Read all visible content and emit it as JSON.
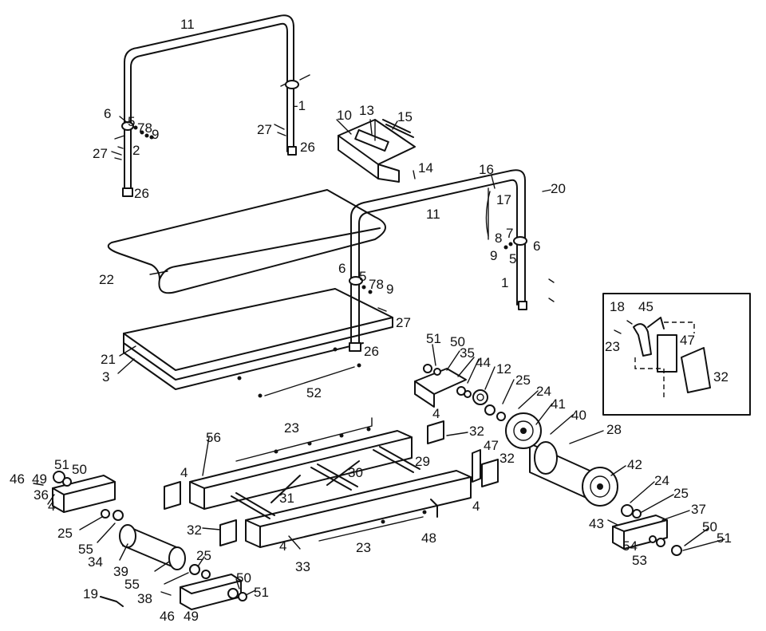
{
  "callouts": [
    {
      "id": "c11a",
      "text": "11"
    },
    {
      "id": "c6a",
      "text": "6"
    },
    {
      "id": "c5a",
      "text": "5"
    },
    {
      "id": "c78a",
      "text": "78"
    },
    {
      "id": "c9a",
      "text": "9"
    },
    {
      "id": "c2",
      "text": "2"
    },
    {
      "id": "c27a",
      "text": "27"
    },
    {
      "id": "c26a",
      "text": "26"
    },
    {
      "id": "c1a",
      "text": "-1"
    },
    {
      "id": "c27b",
      "text": "27"
    },
    {
      "id": "c26b",
      "text": "26"
    },
    {
      "id": "c10",
      "text": "10"
    },
    {
      "id": "c13",
      "text": "13"
    },
    {
      "id": "c15",
      "text": "15"
    },
    {
      "id": "c14",
      "text": "14"
    },
    {
      "id": "c16",
      "text": "16"
    },
    {
      "id": "c17",
      "text": "17"
    },
    {
      "id": "c20",
      "text": "20"
    },
    {
      "id": "c11b",
      "text": "11"
    },
    {
      "id": "c8b",
      "text": "8"
    },
    {
      "id": "c7b",
      "text": "7"
    },
    {
      "id": "c6b",
      "text": "6"
    },
    {
      "id": "c9b",
      "text": "9"
    },
    {
      "id": "c5b",
      "text": "5"
    },
    {
      "id": "c1b",
      "text": "1"
    },
    {
      "id": "c22",
      "text": "22"
    },
    {
      "id": "c6c",
      "text": "6"
    },
    {
      "id": "c5c",
      "text": "5"
    },
    {
      "id": "c78c",
      "text": "78"
    },
    {
      "id": "c9c",
      "text": "9"
    },
    {
      "id": "c27c",
      "text": "27"
    },
    {
      "id": "c26c",
      "text": "26"
    },
    {
      "id": "c21",
      "text": "21"
    },
    {
      "id": "c3",
      "text": "3"
    },
    {
      "id": "c52",
      "text": "52"
    },
    {
      "id": "c51a",
      "text": "51"
    },
    {
      "id": "c50a",
      "text": "50"
    },
    {
      "id": "c35",
      "text": "35"
    },
    {
      "id": "c44",
      "text": "44"
    },
    {
      "id": "c12",
      "text": "12"
    },
    {
      "id": "c25a",
      "text": "25"
    },
    {
      "id": "c24a",
      "text": "24"
    },
    {
      "id": "c4a",
      "text": "4"
    },
    {
      "id": "c41",
      "text": "41"
    },
    {
      "id": "c40",
      "text": "40"
    },
    {
      "id": "c28",
      "text": "28"
    },
    {
      "id": "c32a",
      "text": "32"
    },
    {
      "id": "c47a",
      "text": "47"
    },
    {
      "id": "c32b",
      "text": "32"
    },
    {
      "id": "c42",
      "text": "42"
    },
    {
      "id": "c18",
      "text": "18"
    },
    {
      "id": "c45",
      "text": "45"
    },
    {
      "id": "c23a",
      "text": "23"
    },
    {
      "id": "c47b",
      "text": "47"
    },
    {
      "id": "c32c",
      "text": "32"
    },
    {
      "id": "c56",
      "text": "56"
    },
    {
      "id": "c23b",
      "text": "23"
    },
    {
      "id": "c4b",
      "text": "4"
    },
    {
      "id": "c29",
      "text": "29"
    },
    {
      "id": "c30",
      "text": "30"
    },
    {
      "id": "c31",
      "text": "31"
    },
    {
      "id": "c32d",
      "text": "32"
    },
    {
      "id": "c4c",
      "text": "4"
    },
    {
      "id": "c4d",
      "text": "4"
    },
    {
      "id": "c33",
      "text": "33"
    },
    {
      "id": "c23c",
      "text": "23"
    },
    {
      "id": "c48",
      "text": "48"
    },
    {
      "id": "c24b",
      "text": "24"
    },
    {
      "id": "c25b",
      "text": "25"
    },
    {
      "id": "c37",
      "text": "37"
    },
    {
      "id": "c43",
      "text": "43"
    },
    {
      "id": "c50b",
      "text": "50"
    },
    {
      "id": "c51b",
      "text": "51"
    },
    {
      "id": "c54",
      "text": "54"
    },
    {
      "id": "c53",
      "text": "53"
    },
    {
      "id": "c51c",
      "text": "51"
    },
    {
      "id": "c50c",
      "text": "50"
    },
    {
      "id": "c46a",
      "text": "46"
    },
    {
      "id": "c49a",
      "text": "49"
    },
    {
      "id": "c36",
      "text": "36"
    },
    {
      "id": "c4e",
      "text": "4"
    },
    {
      "id": "c25c",
      "text": "25"
    },
    {
      "id": "c55a",
      "text": "55"
    },
    {
      "id": "c34",
      "text": "34"
    },
    {
      "id": "c39",
      "text": "39"
    },
    {
      "id": "c25d",
      "text": "25"
    },
    {
      "id": "c50d",
      "text": "50"
    },
    {
      "id": "c55b",
      "text": "55"
    },
    {
      "id": "c51d",
      "text": "51"
    },
    {
      "id": "c19",
      "text": "19"
    },
    {
      "id": "c38",
      "text": "38"
    },
    {
      "id": "c46b",
      "text": "46"
    },
    {
      "id": "c49b",
      "text": "49"
    }
  ]
}
